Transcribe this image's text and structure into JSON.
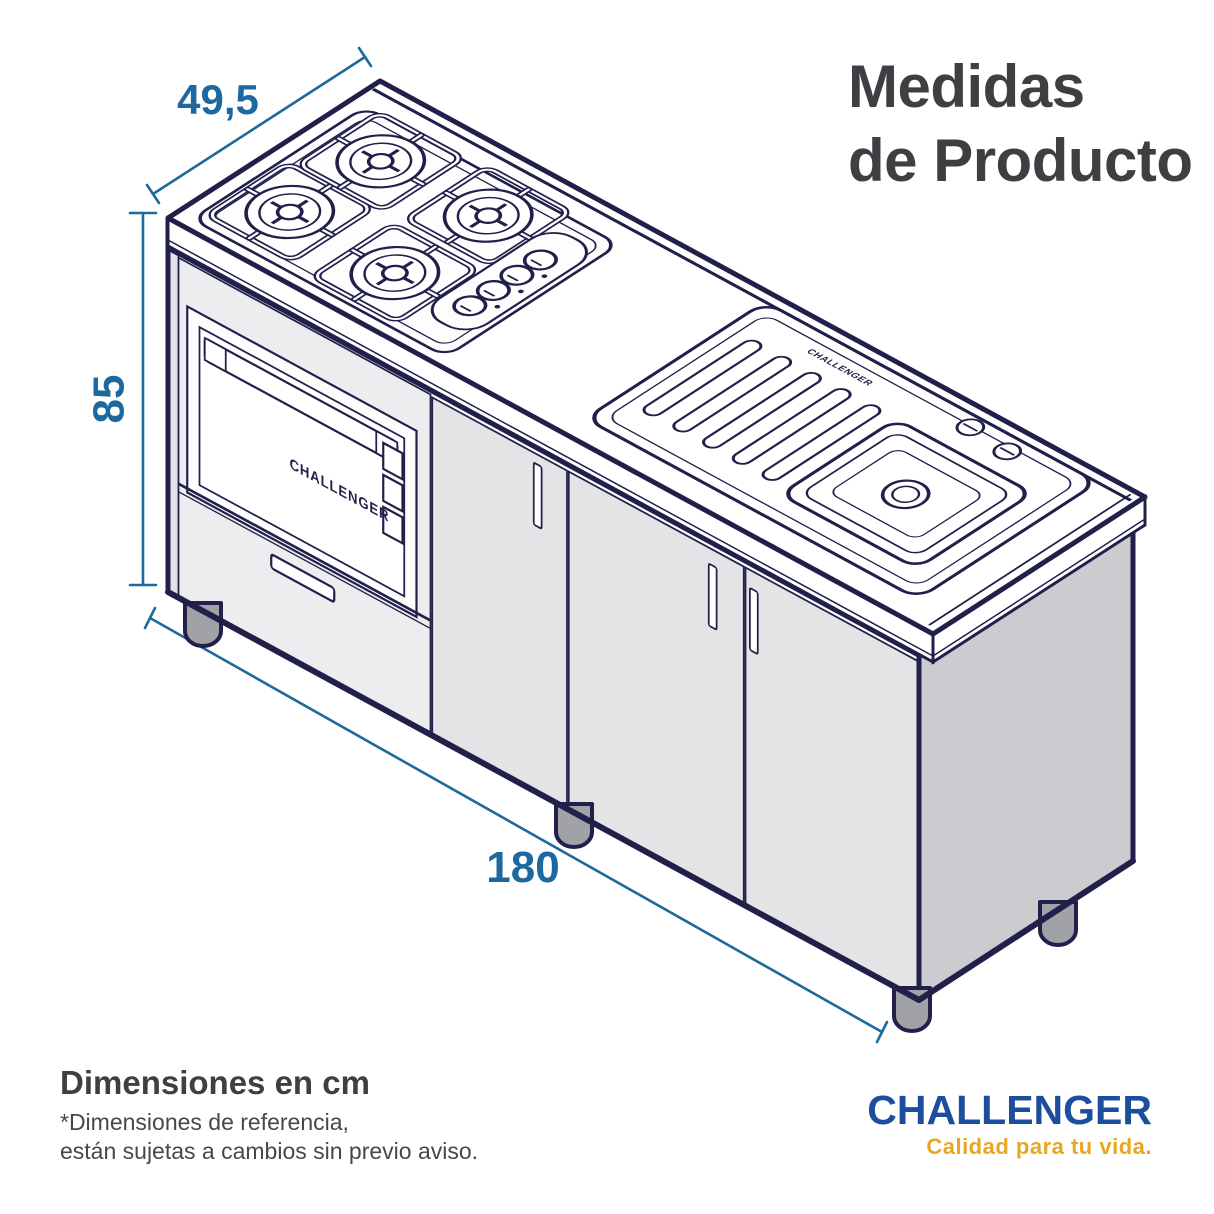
{
  "title": {
    "line1": "Medidas",
    "line2": "de Producto"
  },
  "dimensions": {
    "depth_cm": "49,5",
    "height_cm": "85",
    "width_cm": "180",
    "unit": "cm"
  },
  "notes": {
    "heading": "Dimensiones en cm",
    "line1": "*Dimensiones de referencia,",
    "line2": "están sujetas a cambios sin previo aviso."
  },
  "brand": {
    "name": "CHALLENGER",
    "tagline": "Calidad para tu vida."
  },
  "product_marks": {
    "oven_logo": "CHALLENGER",
    "sink_logo": "CHALLENGER"
  },
  "colors": {
    "line_navy": "#20204a",
    "dimension_blue": "#1e6a9b",
    "title_gray": "#3e3e43",
    "logo_blue": "#1b4f9e",
    "logo_gold": "#e8a722",
    "door_gray": "#e4e4e7",
    "side_gray": "#cbcbd0",
    "feet_gray": "#a0a2a8"
  }
}
